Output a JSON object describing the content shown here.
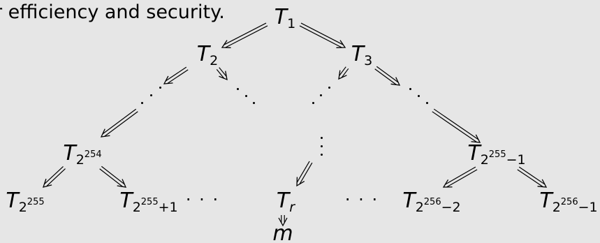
{
  "caption": "r efficiency and security.",
  "tree": {
    "symbol": "T",
    "nodes": [
      {
        "id": "t1",
        "sub": "1"
      },
      {
        "id": "t2",
        "sub": "2"
      },
      {
        "id": "t3",
        "sub": "3"
      },
      {
        "id": "t-2-254",
        "sub": "2",
        "sup": "254",
        "rest": ""
      },
      {
        "id": "t-2-255-minus-1",
        "sub": "2",
        "sup": "255",
        "rest": "−1"
      },
      {
        "id": "t-2-255",
        "sub": "2",
        "sup": "255",
        "rest": ""
      },
      {
        "id": "t-2-255-plus-1",
        "sub": "2",
        "sup": "255",
        "rest": "+1"
      },
      {
        "id": "t-r",
        "sub": "r"
      },
      {
        "id": "t-2-256-minus-2",
        "sub": "2",
        "sup": "256",
        "rest": "−2"
      },
      {
        "id": "t-2-256-minus-1",
        "sub": "2",
        "sup": "256",
        "rest": "−1"
      }
    ],
    "leaf_message": "m",
    "ellipsis": "· · ·"
  }
}
